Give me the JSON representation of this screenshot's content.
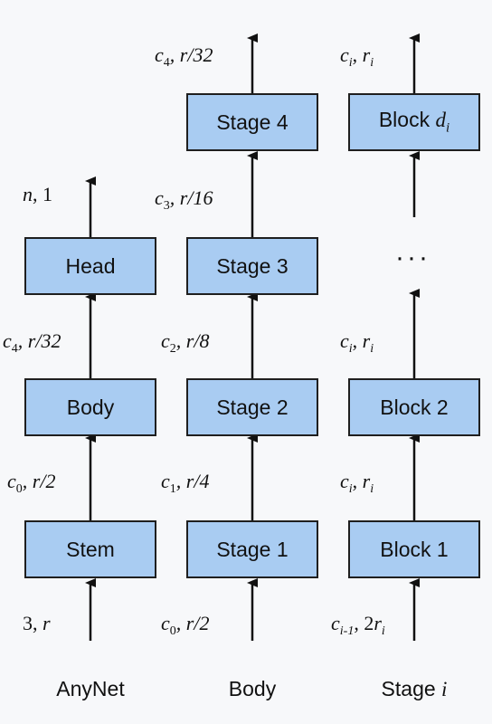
{
  "columns": {
    "anynet": {
      "title": "AnyNet",
      "boxes": {
        "head": "Head",
        "body": "Body",
        "stem": "Stem"
      }
    },
    "body": {
      "title": "Body",
      "boxes": {
        "stage4": "Stage 4",
        "stage3": "Stage 3",
        "stage2": "Stage 2",
        "stage1": "Stage 1"
      }
    },
    "stage": {
      "title": "Stage",
      "title_var": "i",
      "boxes": {
        "block_d": "Block",
        "block_d_var": "d",
        "block_d_sub": "i",
        "block2": "Block 2",
        "block1": "Block 1"
      },
      "ellipsis": "···"
    }
  },
  "labels": {
    "anynet_out_n": "n",
    "anynet_out_rest": ", 1",
    "anynet_head_in_c": "c",
    "anynet_head_in_sub": "4",
    "anynet_head_in_rest": ", r/32",
    "anynet_body_in_c": "c",
    "anynet_body_in_sub": "0",
    "anynet_body_in_rest": ", r/2",
    "anynet_in_num": "3, ",
    "anynet_in_r": "r",
    "body_out_c": "c",
    "body_out_sub": "4",
    "body_out_rest": ", r/32",
    "body_s4_in_c": "c",
    "body_s4_in_sub": "3",
    "body_s4_in_rest": ", r/16",
    "body_s3_in_c": "c",
    "body_s3_in_sub": "2",
    "body_s3_in_rest": ", r/8",
    "body_s2_in_c": "c",
    "body_s2_in_sub": "1",
    "body_s2_in_rest": ", r/4",
    "body_in_c": "c",
    "body_in_sub": "0",
    "body_in_rest": ", r/2",
    "stage_out_c": "c",
    "stage_out_sub": "i",
    "stage_out_r": "r",
    "stage_out_rsub": "i",
    "stage_mid_c": "c",
    "stage_mid_sub": "i",
    "stage_mid_r": "r",
    "stage_mid_rsub": "i",
    "stage_b2_in_c": "c",
    "stage_b2_in_sub": "i",
    "stage_b2_in_r": "r",
    "stage_b2_in_rsub": "i",
    "stage_in_c": "c",
    "stage_in_sub": "i-1",
    "stage_in_two": ", 2",
    "stage_in_r": "r",
    "stage_in_rsub": "i"
  }
}
